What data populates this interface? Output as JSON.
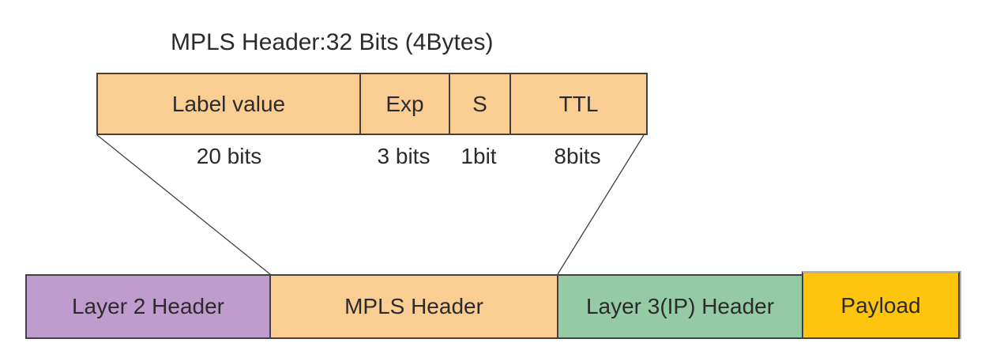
{
  "title": "MPLS Header:32 Bits (4Bytes)",
  "header_fields": [
    {
      "label": "Label value",
      "bits": "20 bits"
    },
    {
      "label": "Exp",
      "bits": "3 bits"
    },
    {
      "label": "S",
      "bits": "1bit"
    },
    {
      "label": "TTL",
      "bits": "8bits"
    }
  ],
  "packet_segments": [
    {
      "label": "Layer 2 Header",
      "color": "#c09bce"
    },
    {
      "label": "MPLS Header",
      "color": "#facd92"
    },
    {
      "label": "Layer 3(IP) Header",
      "color": "#94cba5"
    },
    {
      "label": "Payload",
      "color": "#ffc40d"
    }
  ],
  "colors": {
    "field_box_fill": "#facd92",
    "border": "#414141",
    "text": "#2b2b2b",
    "connector_line": "#414141",
    "payload_shadow": "#b0b0b0",
    "background": "#ffffff"
  }
}
